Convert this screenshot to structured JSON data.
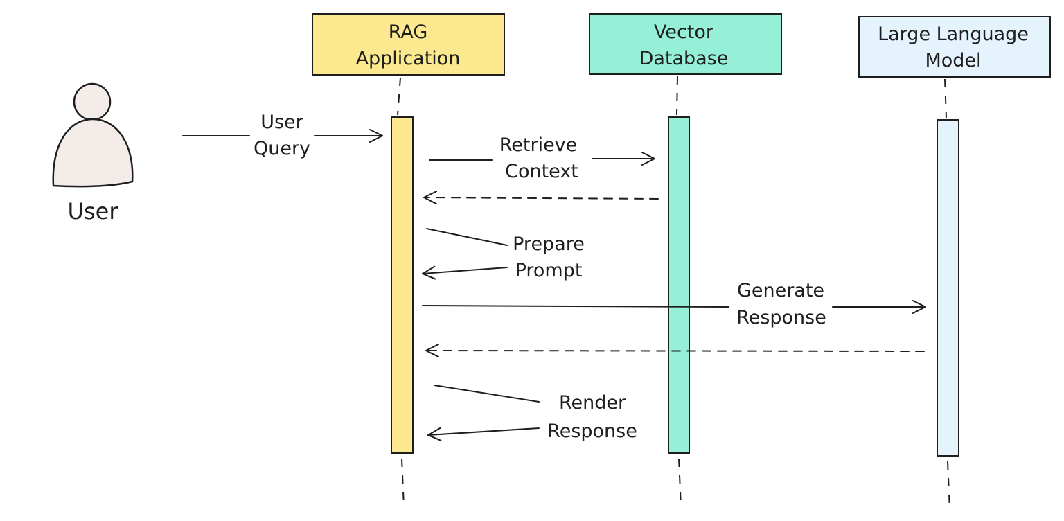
{
  "actor": {
    "label": "User"
  },
  "participants": [
    {
      "line1": "RAG",
      "line2": "Application",
      "fill": "#fce98f"
    },
    {
      "line1": "Vector",
      "line2": "Database",
      "fill": "#96f0d8"
    },
    {
      "line1": "Large Language",
      "line2": "Model",
      "fill": "#e5f3fc"
    }
  ],
  "messages": [
    {
      "line1": "User",
      "line2": "Query"
    },
    {
      "line1": "Retrieve",
      "line2": "Context"
    },
    {
      "line1": "Prepare",
      "line2": "Prompt"
    },
    {
      "line1": "Generate",
      "line2": "Response"
    },
    {
      "line1": "Render",
      "line2": "Response"
    }
  ],
  "colors": {
    "ink": "#1e1e1e",
    "actor_fill": "#f3ece9"
  }
}
